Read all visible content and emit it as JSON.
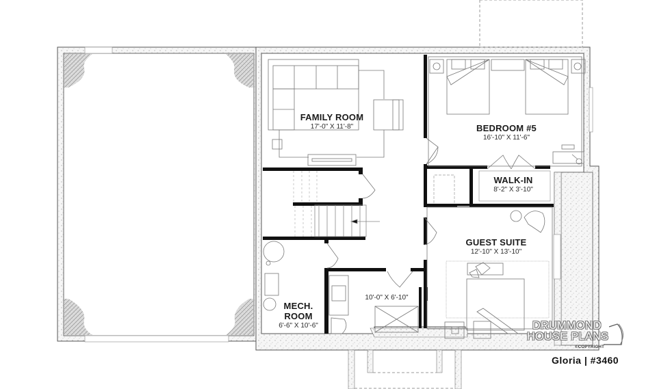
{
  "plan": {
    "title": "Gloria | #3460",
    "brand": {
      "line1": "DRUMMOND",
      "line2": "HOUSE PLANS",
      "copyright": "©COPYRIGHT"
    },
    "rooms": [
      {
        "id": "family-room",
        "name": "FAMILY ROOM",
        "dimensions": "17'-0\" X 11'-8\""
      },
      {
        "id": "bedroom-5",
        "name": "BEDROOM #5",
        "dimensions": "16'-10\" X 11'-6\""
      },
      {
        "id": "walk-in",
        "name": "WALK-IN",
        "dimensions": "8'-2\" X 3'-10\""
      },
      {
        "id": "guest-suite",
        "name": "GUEST SUITE",
        "dimensions": "12'-10\" X 13'-10\""
      },
      {
        "id": "mech-room",
        "name": "MECH. ROOM",
        "name_line1": "MECH.",
        "name_line2": "ROOM",
        "dimensions": "6'-6\" X 10'-6\""
      },
      {
        "id": "bathroom",
        "name": "",
        "dimensions": "10'-0\" X 6'-10\""
      }
    ],
    "colors": {
      "wall_fill": "#111111",
      "outline": "#555555",
      "concrete": "#f4f4f4",
      "furniture": "#777777"
    }
  }
}
